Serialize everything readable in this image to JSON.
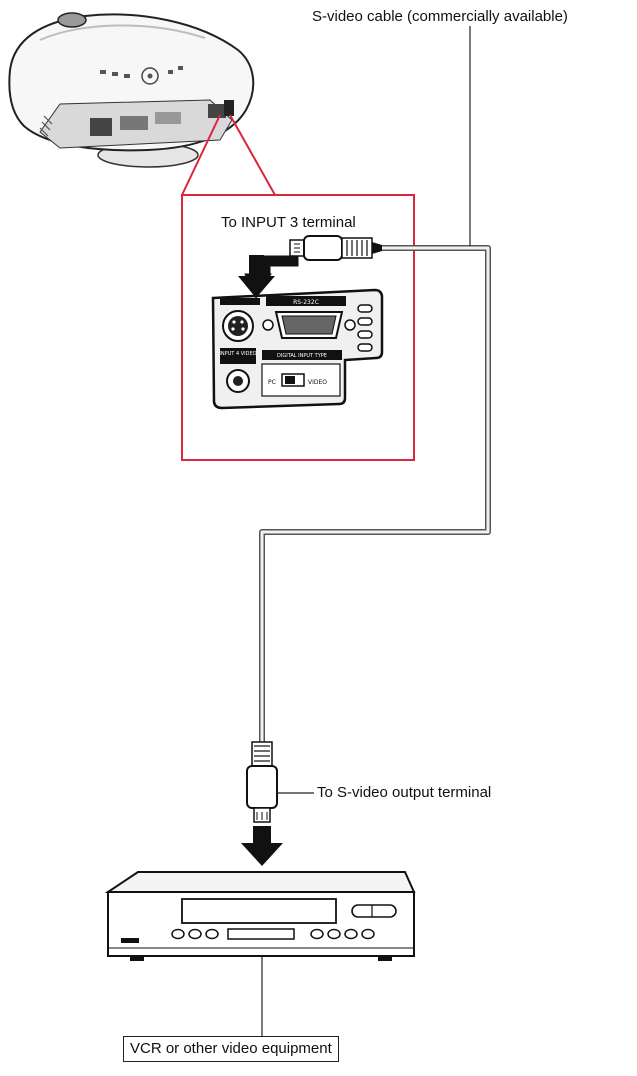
{
  "labels": {
    "cable": "S-video cable (commercially available)",
    "input_terminal": "To INPUT 3 terminal",
    "output_terminal": "To S-video output terminal",
    "vcr": "VCR or other video equipment"
  },
  "panel_text": {
    "rs232c": "RS-232C",
    "digital_input_type": "DIGITAL INPUT TYPE",
    "input4_video": "INPUT 4 VIDEO",
    "pc": "PC",
    "video": "VIDEO"
  },
  "colors": {
    "callout_border": "#d9283b",
    "cable": "#555555",
    "arrow": "#111111",
    "line": "#222222"
  }
}
